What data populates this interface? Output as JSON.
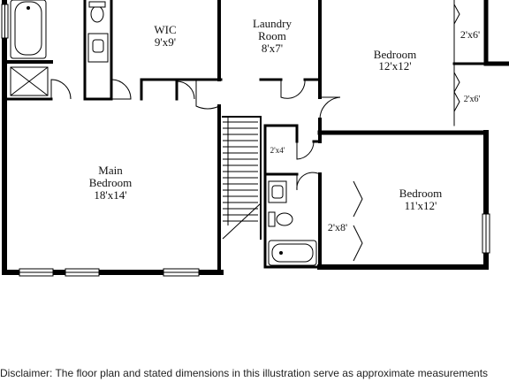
{
  "rooms": {
    "wic": {
      "name": "WIC",
      "size": "9'x9'"
    },
    "laundry": {
      "name_line1": "Laundry",
      "name_line2": "Room",
      "size": "8'x7'"
    },
    "bedroom_ne": {
      "name": "Bedroom",
      "size": "12'x12'"
    },
    "main_bedroom": {
      "name_line1": "Main",
      "name_line2": "Bedroom",
      "size": "18'x14'"
    },
    "bedroom_se": {
      "name": "Bedroom",
      "size": "11'x12'"
    }
  },
  "closets": {
    "ne_closet_a": "2'x6'",
    "ne_closet_b": "2'x6'",
    "hall_closet": "2'x4'",
    "se_closet": "2'x8'"
  },
  "disclaimer": "Disclaimer: The floor plan and stated dimensions in this illustration serve as approximate measurements"
}
